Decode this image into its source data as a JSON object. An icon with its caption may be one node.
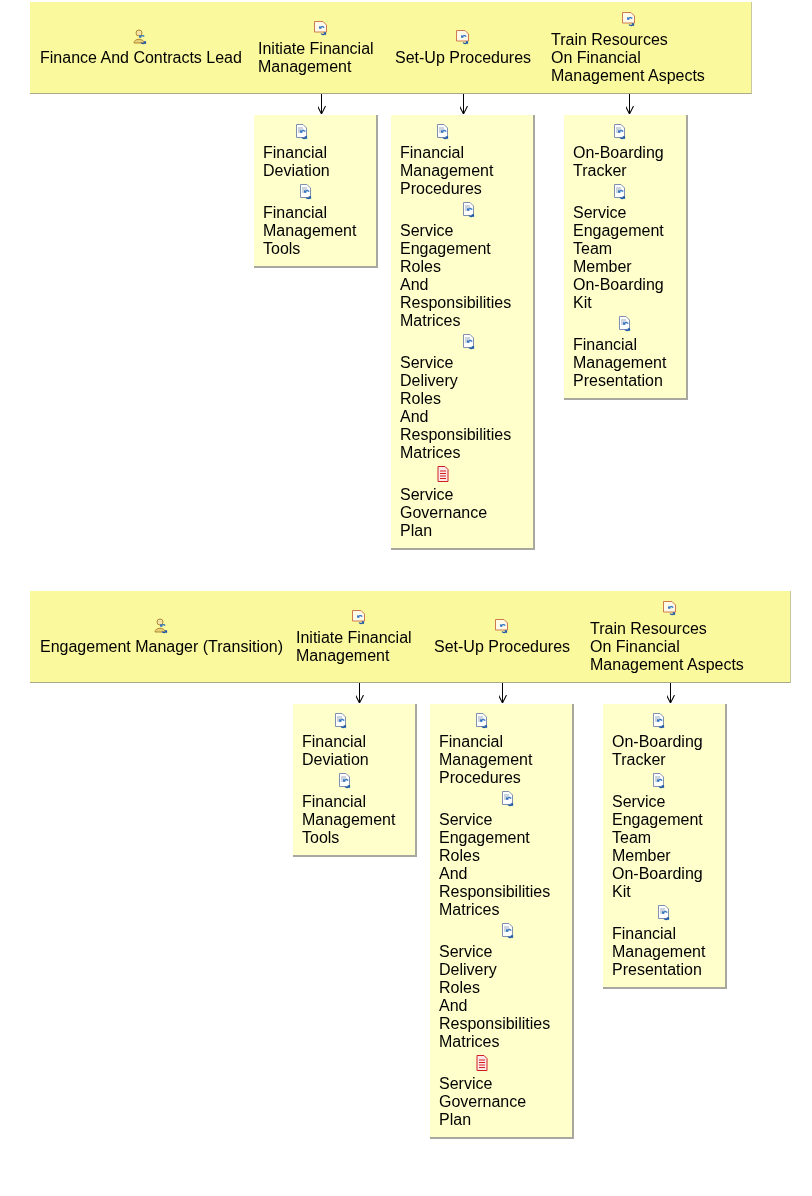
{
  "diagram": {
    "nodes": [
      {
        "text": [],
        "shape": "band"
      },
      {
        "text": [
          "Finance And Contracts Lead"
        ],
        "in": 0
      },
      {
        "text": [
          "Initiate Financial Management"
        ],
        "in": 0
      },
      {
        "text": [
          "Set-Up Procedures"
        ],
        "in": 0
      },
      {
        "text": [
          "Train Resources On Financial Management Aspects"
        ],
        "in": 0
      },
      {
        "text": [],
        "shape": "box"
      },
      {
        "text": [
          "Financial Deviation"
        ],
        "in": 5
      },
      {
        "text": [
          "Financial Management Tools"
        ],
        "in": 5
      },
      {
        "text": [],
        "shape": "box"
      },
      {
        "text": [
          "Financial Management Procedures"
        ],
        "in": 8
      },
      {
        "text": [
          "Service Engagement Roles And Responsibilities Matrices"
        ],
        "in": 8
      },
      {
        "text": [
          "Service Delivery Roles And Responsibilities Matrices"
        ],
        "in": 8
      },
      {
        "text": [
          "Service Governance Plan"
        ],
        "in": 8
      },
      {
        "text": [],
        "shape": "box"
      },
      {
        "text": [
          "On-Boarding Tracker"
        ],
        "in": 13
      },
      {
        "text": [
          "Service Engagement Team Member On-Boarding Kit"
        ],
        "in": 13
      },
      {
        "text": [
          "Financial Management Presentation"
        ],
        "in": 13
      },
      {
        "text": [],
        "shape": "band"
      },
      {
        "text": [
          "Engagement Manager (Transition)"
        ],
        "in": 17
      },
      {
        "text": [
          "Initiate Financial Management"
        ],
        "in": 17
      },
      {
        "text": [
          "Set-Up Procedures"
        ],
        "in": 17
      },
      {
        "text": [
          "Train Resources On Financial Management Aspects"
        ],
        "in": 17
      },
      {
        "text": [],
        "shape": "box"
      },
      {
        "text": [
          "Financial Deviation"
        ],
        "in": 22
      },
      {
        "text": [
          "Financial Management Tools"
        ],
        "in": 22
      },
      {
        "text": [],
        "shape": "box"
      },
      {
        "text": [
          "Financial Management Procedures"
        ],
        "in": 25
      },
      {
        "text": [
          "Service Engagement Roles And Responsibilities Matrices"
        ],
        "in": 25
      },
      {
        "text": [
          "Service Delivery Roles And Responsibilities Matrices"
        ],
        "in": 25
      },
      {
        "text": [
          "Service Governance Plan"
        ],
        "in": 25
      },
      {
        "text": [],
        "shape": "box"
      },
      {
        "text": [
          "On-Boarding Tracker"
        ],
        "in": 30
      },
      {
        "text": [
          "Service Engagement Team Member On-Boarding Kit"
        ],
        "in": 30
      },
      {
        "text": [
          "Financial Management Presentation"
        ],
        "in": 30
      }
    ],
    "edges": [
      {
        "from": 2,
        "to": 5,
        "arrow": "to"
      },
      {
        "from": 3,
        "to": 8,
        "arrow": "to"
      },
      {
        "from": 4,
        "to": 13,
        "arrow": "to"
      },
      {
        "from": 19,
        "to": 22,
        "arrow": "to"
      },
      {
        "from": 20,
        "to": 25,
        "arrow": "to"
      },
      {
        "from": 21,
        "to": 30,
        "arrow": "to"
      }
    ]
  }
}
